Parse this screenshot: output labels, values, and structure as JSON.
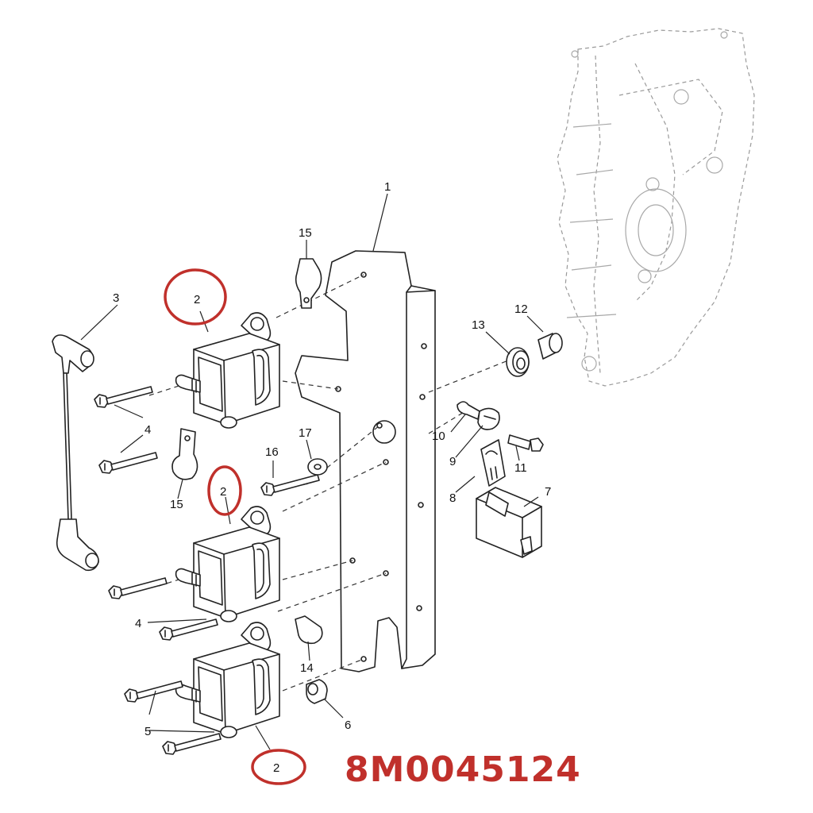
{
  "part_number": "8M0045124",
  "colors": {
    "highlight": "#c0302b",
    "line": "#222222",
    "ghost": "#9a9a9a"
  },
  "callouts": [
    {
      "id": "c1",
      "text": "1"
    },
    {
      "id": "c2a",
      "text": "2",
      "highlighted": true
    },
    {
      "id": "c2b",
      "text": "2",
      "highlighted": true
    },
    {
      "id": "c2c",
      "text": "2",
      "highlighted": true
    },
    {
      "id": "c3",
      "text": "3"
    },
    {
      "id": "c4a",
      "text": "4"
    },
    {
      "id": "c4b",
      "text": "4"
    },
    {
      "id": "c5",
      "text": "5"
    },
    {
      "id": "c6",
      "text": "6"
    },
    {
      "id": "c7",
      "text": "7"
    },
    {
      "id": "c8",
      "text": "8"
    },
    {
      "id": "c9",
      "text": "9"
    },
    {
      "id": "c10",
      "text": "10"
    },
    {
      "id": "c11",
      "text": "11"
    },
    {
      "id": "c12",
      "text": "12"
    },
    {
      "id": "c13",
      "text": "13"
    },
    {
      "id": "c14",
      "text": "14"
    },
    {
      "id": "c15a",
      "text": "15"
    },
    {
      "id": "c15b",
      "text": "15"
    },
    {
      "id": "c16",
      "text": "16"
    },
    {
      "id": "c17",
      "text": "17"
    }
  ]
}
